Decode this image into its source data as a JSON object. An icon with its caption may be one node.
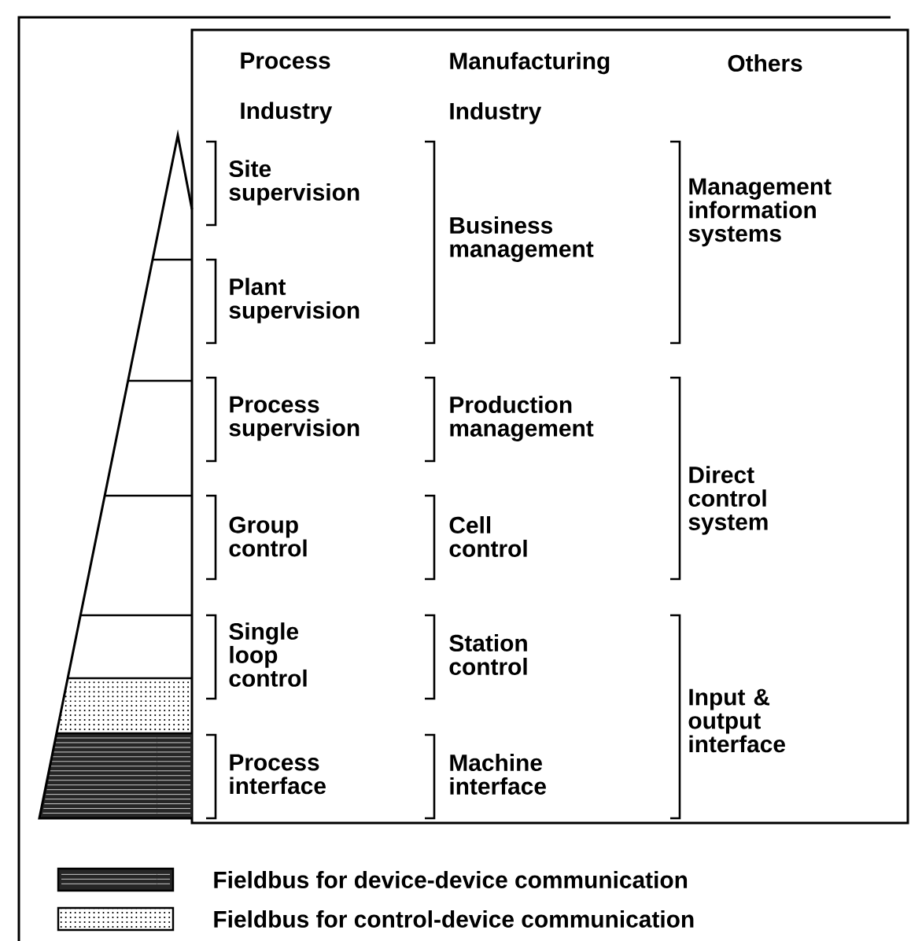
{
  "diagram": {
    "labels": [
      "Process Industry",
      "Manufacturing Industry",
      "Others",
      "Site supervision",
      "Business management",
      "Management information systems",
      "Plant supervision",
      "Process supervision",
      "Production management",
      "Direct control system",
      "Group control",
      "Cell control",
      "Single loop control",
      "Station control",
      "Input & output interface",
      "Process interface",
      "Machine interface"
    ],
    "legend": [
      {
        "text": "Fieldbus for device-device communication"
      },
      {
        "text": "Fieldbus for control-device communication"
      }
    ]
  }
}
